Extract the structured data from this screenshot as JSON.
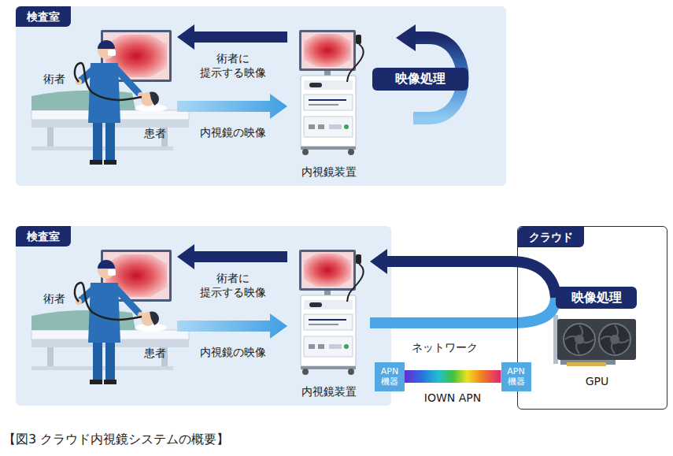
{
  "diagram": {
    "caption": "【図3 クラウド内視鏡システムの概要】",
    "nodes": [
      {
        "text": [
          "検査室"
        ]
      },
      {
        "text": [
          "術者"
        ],
        "in": 0
      },
      {
        "text": [
          "患者"
        ],
        "in": 0
      },
      {
        "text": [
          "内視鏡装置"
        ],
        "in": 0
      },
      {
        "text": [
          "映像処理"
        ],
        "in": 0
      },
      {
        "text": [
          "検査室"
        ]
      },
      {
        "text": [
          "術者"
        ],
        "in": 5
      },
      {
        "text": [
          "患者"
        ],
        "in": 5
      },
      {
        "text": [
          "内視鏡装置"
        ],
        "in": 5
      },
      {
        "text": [
          "クラウド"
        ]
      },
      {
        "text": [
          "映像処理"
        ],
        "in": 9
      },
      {
        "text": [
          "GPU"
        ],
        "in": 9
      },
      {
        "text": [
          "APN 機器"
        ]
      },
      {
        "text": [
          "APN 機器"
        ]
      }
    ],
    "edges": [
      {
        "from": 3,
        "to": 1,
        "arrow": "to",
        "label": "術者に 提示する映像"
      },
      {
        "from": 2,
        "to": 3,
        "arrow": "to",
        "label": "内視鏡の映像"
      },
      {
        "from": 8,
        "to": 6,
        "arrow": "to",
        "label": "術者に 提示する映像"
      },
      {
        "from": 7,
        "to": 8,
        "arrow": "to",
        "label": "内視鏡の映像"
      },
      {
        "from": 8,
        "to": 10,
        "arrow": "none"
      },
      {
        "from": 10,
        "to": 8,
        "arrow": "to"
      },
      {
        "from": 12,
        "to": 13,
        "arrow": "none",
        "label": "IOWN APN"
      }
    ],
    "labels": [
      "ネットワーク"
    ]
  }
}
